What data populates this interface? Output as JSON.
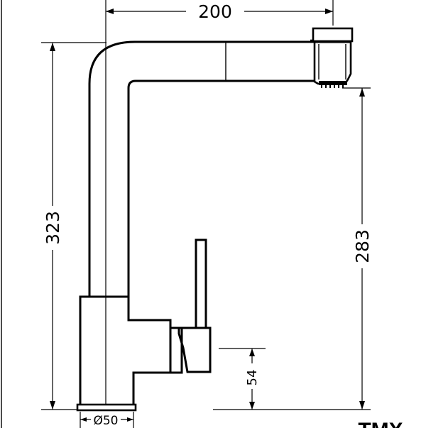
{
  "dimensions": {
    "width_top": "200",
    "height_total": "323",
    "spout_height": "283",
    "handle_height": "54",
    "base_diameter": "Ø50"
  },
  "brand": "TMX"
}
